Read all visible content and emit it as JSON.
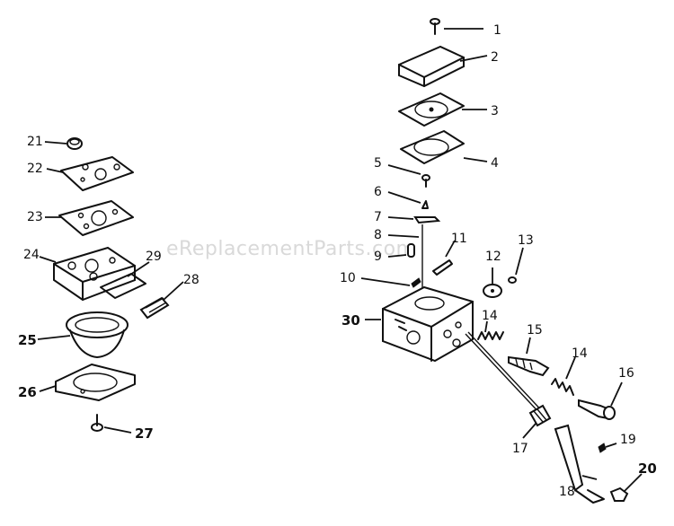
{
  "watermark": "eReplacementParts.com",
  "callouts": {
    "c1": "1",
    "c2": "2",
    "c3": "3",
    "c4": "4",
    "c5": "5",
    "c6": "6",
    "c7": "7",
    "c8": "8",
    "c9": "9",
    "c10": "10",
    "c11": "11",
    "c12": "12",
    "c13": "13",
    "c14a": "14",
    "c14b": "14",
    "c15": "15",
    "c16": "16",
    "c17": "17",
    "c18": "18",
    "c19": "19",
    "c20": "20",
    "c21": "21",
    "c22": "22",
    "c23": "23",
    "c24": "24",
    "c25": "25",
    "c26": "26",
    "c27": "27",
    "c28": "28",
    "c29": "29",
    "c30": "30"
  }
}
